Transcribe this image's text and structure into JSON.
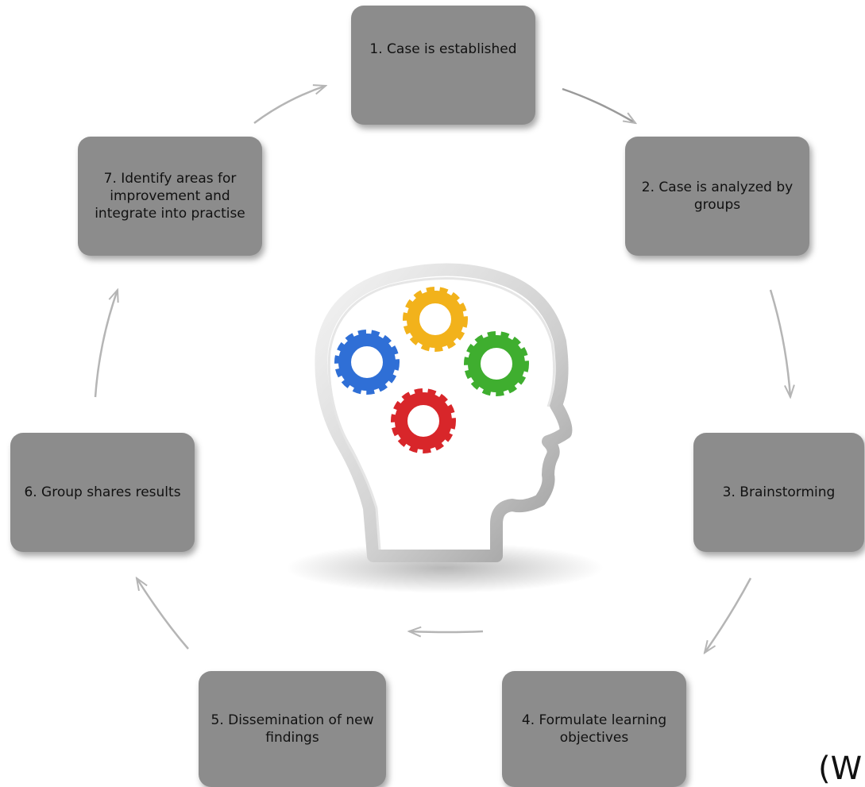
{
  "steps": [
    {
      "id": "s1",
      "label": "1. Case is established"
    },
    {
      "id": "s2",
      "label": "2. Case is analyzed by groups"
    },
    {
      "id": "s3",
      "label": "3. Brainstorming"
    },
    {
      "id": "s4",
      "label": "4. Formulate learning objectives"
    },
    {
      "id": "s5",
      "label": "5. Dissemination of new findings"
    },
    {
      "id": "s6",
      "label": "6. Group shares results"
    },
    {
      "id": "s7",
      "label": "7. Identify areas for improvement and integrate into practise"
    }
  ],
  "center_image": {
    "icon": "head-with-gears-icon",
    "gear_colors": [
      "#f2b21b",
      "#2f6fd6",
      "#3fae2f",
      "#d8262a"
    ]
  },
  "colors": {
    "box_fill": "#8c8c8c",
    "arrow": "#b5b5b5"
  },
  "footnote": "(W"
}
